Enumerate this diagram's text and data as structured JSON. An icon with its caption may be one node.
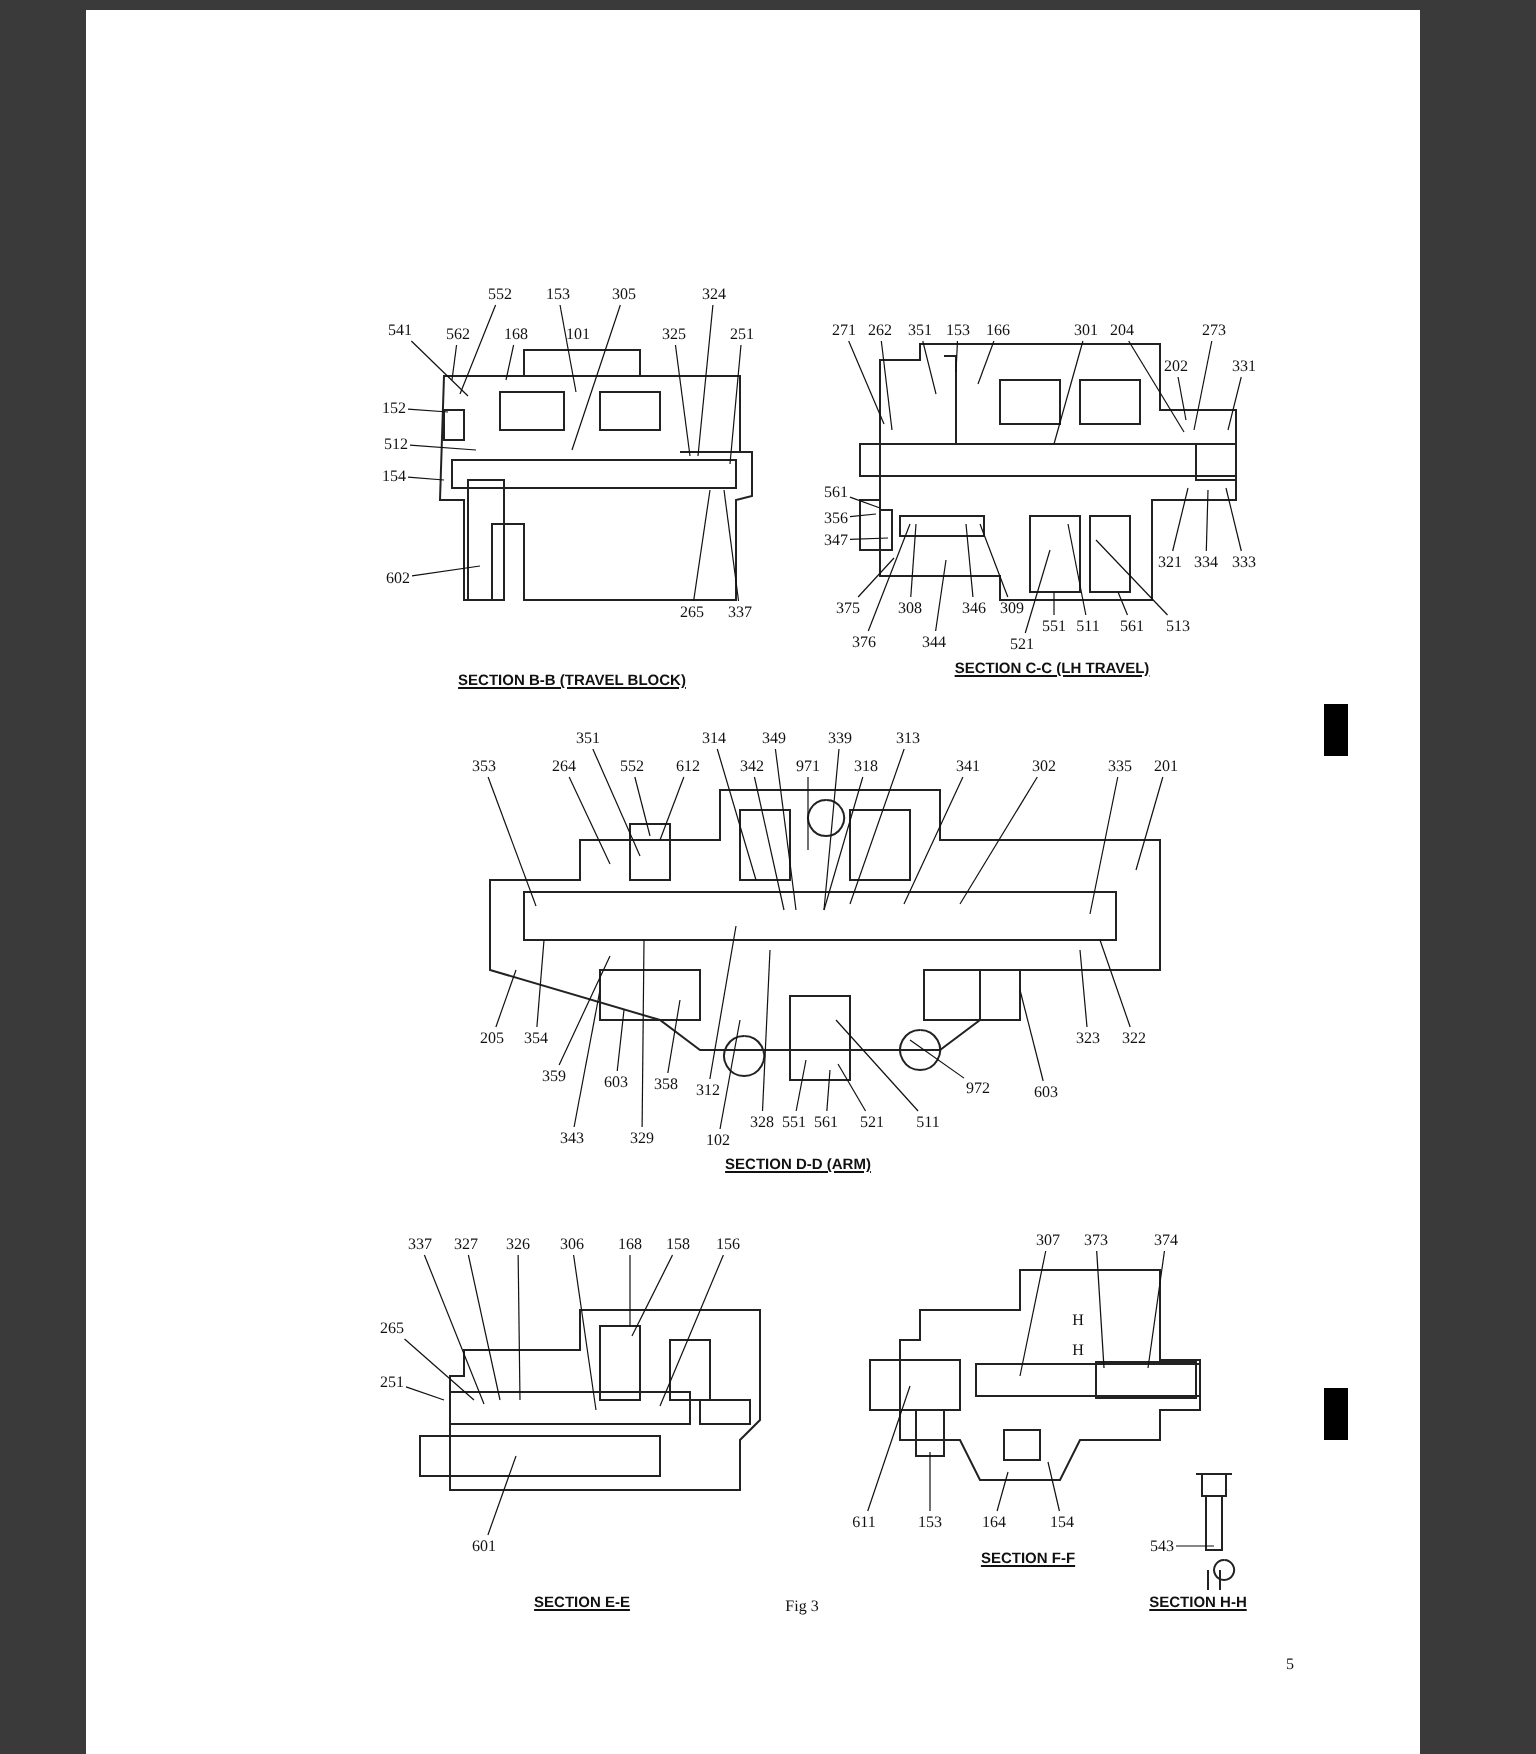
{
  "diagram": {
    "caption": "Fig 3",
    "nodes": [
      {
        "text": [
          "552"
        ]
      },
      {
        "text": [
          "153"
        ]
      },
      {
        "text": [
          "305"
        ]
      },
      {
        "text": [
          "324"
        ]
      },
      {
        "text": [
          "541"
        ]
      },
      {
        "text": [
          "562"
        ]
      },
      {
        "text": [
          "168"
        ]
      },
      {
        "text": [
          "325"
        ]
      },
      {
        "text": [
          "251"
        ]
      },
      {
        "text": [
          "152"
        ]
      },
      {
        "text": [
          "512"
        ]
      },
      {
        "text": [
          "154"
        ]
      },
      {
        "text": [
          "602"
        ]
      },
      {
        "text": [
          "265"
        ]
      },
      {
        "text": [
          "337"
        ]
      },
      {
        "text": [
          "271"
        ]
      },
      {
        "text": [
          "262"
        ]
      },
      {
        "text": [
          "351"
        ]
      },
      {
        "text": [
          "153"
        ]
      },
      {
        "text": [
          "166"
        ]
      },
      {
        "text": [
          "301"
        ]
      },
      {
        "text": [
          "204"
        ]
      },
      {
        "text": [
          "273"
        ]
      },
      {
        "text": [
          "202"
        ]
      },
      {
        "text": [
          "331"
        ]
      },
      {
        "text": [
          "561"
        ]
      },
      {
        "text": [
          "356"
        ]
      },
      {
        "text": [
          "347"
        ]
      },
      {
        "text": [
          "321"
        ]
      },
      {
        "text": [
          "334"
        ]
      },
      {
        "text": [
          "333"
        ]
      },
      {
        "text": [
          "375"
        ]
      },
      {
        "text": [
          "308"
        ]
      },
      {
        "text": [
          "346"
        ]
      },
      {
        "text": [
          "309"
        ]
      },
      {
        "text": [
          "551"
        ]
      },
      {
        "text": [
          "511"
        ]
      },
      {
        "text": [
          "561"
        ]
      },
      {
        "text": [
          "513"
        ]
      },
      {
        "text": [
          "376"
        ]
      },
      {
        "text": [
          "344"
        ]
      },
      {
        "text": [
          "521"
        ]
      },
      {
        "text": [
          "351"
        ]
      },
      {
        "text": [
          "314"
        ]
      },
      {
        "text": [
          "349"
        ]
      },
      {
        "text": [
          "339"
        ]
      },
      {
        "text": [
          "313"
        ]
      },
      {
        "text": [
          "353"
        ]
      },
      {
        "text": [
          "264"
        ]
      },
      {
        "text": [
          "552"
        ]
      },
      {
        "text": [
          "612"
        ]
      },
      {
        "text": [
          "342"
        ]
      },
      {
        "text": [
          "971"
        ]
      },
      {
        "text": [
          "318"
        ]
      },
      {
        "text": [
          "341"
        ]
      },
      {
        "text": [
          "302"
        ]
      },
      {
        "text": [
          "335"
        ]
      },
      {
        "text": [
          "201"
        ]
      },
      {
        "text": [
          "205"
        ]
      },
      {
        "text": [
          "354"
        ]
      },
      {
        "text": [
          "323"
        ]
      },
      {
        "text": [
          "322"
        ]
      },
      {
        "text": [
          "359"
        ]
      },
      {
        "text": [
          "603"
        ]
      },
      {
        "text": [
          "358"
        ]
      },
      {
        "text": [
          "312"
        ]
      },
      {
        "text": [
          "972"
        ]
      },
      {
        "text": [
          "603"
        ]
      },
      {
        "text": [
          "328"
        ]
      },
      {
        "text": [
          "551"
        ]
      },
      {
        "text": [
          "561"
        ]
      },
      {
        "text": [
          "521"
        ]
      },
      {
        "text": [
          "511"
        ]
      },
      {
        "text": [
          "343"
        ]
      },
      {
        "text": [
          "329"
        ]
      },
      {
        "text": [
          "102"
        ]
      },
      {
        "text": [
          "337"
        ]
      },
      {
        "text": [
          "327"
        ]
      },
      {
        "text": [
          "326"
        ]
      },
      {
        "text": [
          "306"
        ]
      },
      {
        "text": [
          "168"
        ]
      },
      {
        "text": [
          "158"
        ]
      },
      {
        "text": [
          "156"
        ]
      },
      {
        "text": [
          "265"
        ]
      },
      {
        "text": [
          "251"
        ]
      },
      {
        "text": [
          "601"
        ]
      },
      {
        "text": [
          "307"
        ]
      },
      {
        "text": [
          "373"
        ]
      },
      {
        "text": [
          "374"
        ]
      },
      {
        "text": [
          "611"
        ]
      },
      {
        "text": [
          "153"
        ]
      },
      {
        "text": [
          "164"
        ]
      },
      {
        "text": [
          "154"
        ]
      },
      {
        "text": [
          "543"
        ]
      }
    ],
    "edges": [
      {
        "from": 0,
        "to": null,
        "arrow": "none"
      },
      {
        "from": 1,
        "to": null,
        "arrow": "none"
      },
      {
        "from": 2,
        "to": null,
        "arrow": "none"
      },
      {
        "from": 3,
        "to": null,
        "arrow": "none"
      },
      {
        "from": 4,
        "to": null,
        "arrow": "none"
      },
      {
        "from": 5,
        "to": null,
        "arrow": "none"
      },
      {
        "from": 6,
        "to": null,
        "arrow": "none"
      },
      {
        "from": 7,
        "to": null,
        "arrow": "none"
      },
      {
        "from": 8,
        "to": null,
        "arrow": "none"
      },
      {
        "from": 9,
        "to": null,
        "arrow": "none"
      },
      {
        "from": 10,
        "to": null,
        "arrow": "none"
      },
      {
        "from": 11,
        "to": null,
        "arrow": "none"
      },
      {
        "from": 12,
        "to": null,
        "arrow": "none"
      },
      {
        "from": 13,
        "to": null,
        "arrow": "none"
      },
      {
        "from": 14,
        "to": null,
        "arrow": "none"
      },
      {
        "from": 15,
        "to": null,
        "arrow": "none"
      },
      {
        "from": 16,
        "to": null,
        "arrow": "none"
      },
      {
        "from": 17,
        "to": null,
        "arrow": "none"
      },
      {
        "from": 18,
        "to": null,
        "arrow": "none"
      },
      {
        "from": 19,
        "to": null,
        "arrow": "none"
      },
      {
        "from": 20,
        "to": null,
        "arrow": "none"
      },
      {
        "from": 21,
        "to": null,
        "arrow": "none"
      },
      {
        "from": 22,
        "to": null,
        "arrow": "none"
      },
      {
        "from": 23,
        "to": null,
        "arrow": "none"
      },
      {
        "from": 24,
        "to": null,
        "arrow": "none"
      },
      {
        "from": 25,
        "to": null,
        "arrow": "none"
      },
      {
        "from": 26,
        "to": null,
        "arrow": "none"
      },
      {
        "from": 27,
        "to": null,
        "arrow": "none"
      },
      {
        "from": 28,
        "to": null,
        "arrow": "none"
      },
      {
        "from": 29,
        "to": null,
        "arrow": "none"
      },
      {
        "from": 30,
        "to": null,
        "arrow": "none"
      },
      {
        "from": 31,
        "to": null,
        "arrow": "none"
      },
      {
        "from": 32,
        "to": null,
        "arrow": "none"
      },
      {
        "from": 33,
        "to": null,
        "arrow": "none"
      },
      {
        "from": 34,
        "to": null,
        "arrow": "none"
      },
      {
        "from": 35,
        "to": null,
        "arrow": "none"
      },
      {
        "from": 36,
        "to": null,
        "arrow": "none"
      },
      {
        "from": 37,
        "to": null,
        "arrow": "none"
      },
      {
        "from": 38,
        "to": null,
        "arrow": "none"
      },
      {
        "from": 39,
        "to": null,
        "arrow": "none"
      },
      {
        "from": 40,
        "to": null,
        "arrow": "none"
      },
      {
        "from": 41,
        "to": null,
        "arrow": "none"
      },
      {
        "from": 42,
        "to": null,
        "arrow": "none"
      },
      {
        "from": 43,
        "to": null,
        "arrow": "none"
      },
      {
        "from": 44,
        "to": null,
        "arrow": "none"
      },
      {
        "from": 45,
        "to": null,
        "arrow": "none"
      },
      {
        "from": 46,
        "to": null,
        "arrow": "none"
      },
      {
        "from": 47,
        "to": null,
        "arrow": "none"
      },
      {
        "from": 48,
        "to": null,
        "arrow": "none"
      },
      {
        "from": 49,
        "to": null,
        "arrow": "none"
      },
      {
        "from": 50,
        "to": null,
        "arrow": "none"
      },
      {
        "from": 51,
        "to": null,
        "arrow": "none"
      },
      {
        "from": 52,
        "to": null,
        "arrow": "none"
      },
      {
        "from": 53,
        "to": null,
        "arrow": "none"
      },
      {
        "from": 54,
        "to": null,
        "arrow": "none"
      },
      {
        "from": 55,
        "to": null,
        "arrow": "none"
      },
      {
        "from": 56,
        "to": null,
        "arrow": "none"
      },
      {
        "from": 57,
        "to": null,
        "arrow": "none"
      },
      {
        "from": 58,
        "to": null,
        "arrow": "none"
      },
      {
        "from": 59,
        "to": null,
        "arrow": "none"
      },
      {
        "from": 60,
        "to": null,
        "arrow": "none"
      },
      {
        "from": 61,
        "to": null,
        "arrow": "none"
      },
      {
        "from": 62,
        "to": null,
        "arrow": "none"
      },
      {
        "from": 63,
        "to": null,
        "arrow": "none"
      },
      {
        "from": 64,
        "to": null,
        "arrow": "none"
      },
      {
        "from": 65,
        "to": null,
        "arrow": "none"
      },
      {
        "from": 66,
        "to": null,
        "arrow": "none"
      },
      {
        "from": 67,
        "to": null,
        "arrow": "none"
      },
      {
        "from": 68,
        "to": null,
        "arrow": "none"
      },
      {
        "from": 69,
        "to": null,
        "arrow": "none"
      },
      {
        "from": 70,
        "to": null,
        "arrow": "none"
      },
      {
        "from": 71,
        "to": null,
        "arrow": "none"
      },
      {
        "from": 72,
        "to": null,
        "arrow": "none"
      },
      {
        "from": 73,
        "to": null,
        "arrow": "none"
      },
      {
        "from": 74,
        "to": null,
        "arrow": "none"
      },
      {
        "from": 75,
        "to": null,
        "arrow": "none"
      },
      {
        "from": 76,
        "to": null,
        "arrow": "none"
      },
      {
        "from": 77,
        "to": null,
        "arrow": "none"
      },
      {
        "from": 78,
        "to": null,
        "arrow": "none"
      },
      {
        "from": 79,
        "to": null,
        "arrow": "none"
      },
      {
        "from": 80,
        "to": null,
        "arrow": "none"
      },
      {
        "from": 81,
        "to": null,
        "arrow": "none"
      },
      {
        "from": 82,
        "to": null,
        "arrow": "none"
      },
      {
        "from": 83,
        "to": null,
        "arrow": "none"
      },
      {
        "from": 84,
        "to": null,
        "arrow": "none"
      },
      {
        "from": 85,
        "to": null,
        "arrow": "none"
      },
      {
        "from": 86,
        "to": null,
        "arrow": "none"
      },
      {
        "from": 87,
        "to": null,
        "arrow": "none"
      },
      {
        "from": 88,
        "to": null,
        "arrow": "none"
      },
      {
        "from": 89,
        "to": null,
        "arrow": "none"
      },
      {
        "from": 90,
        "to": null,
        "arrow": "none"
      },
      {
        "from": 91,
        "to": null,
        "arrow": "none"
      },
      {
        "from": 92,
        "to": null,
        "arrow": "none"
      },
      {
        "from": 93,
        "to": null,
        "arrow": "none"
      }
    ],
    "labels": [
      "101",
      "SECTION B-B (TRAVEL BLOCK)",
      "SECTION C-C (LH TRAVEL)",
      "SECTION D-D (ARM)",
      "H",
      "H",
      "SECTION F-F",
      "SECTION E-E",
      "SECTION H-H",
      "5"
    ]
  }
}
